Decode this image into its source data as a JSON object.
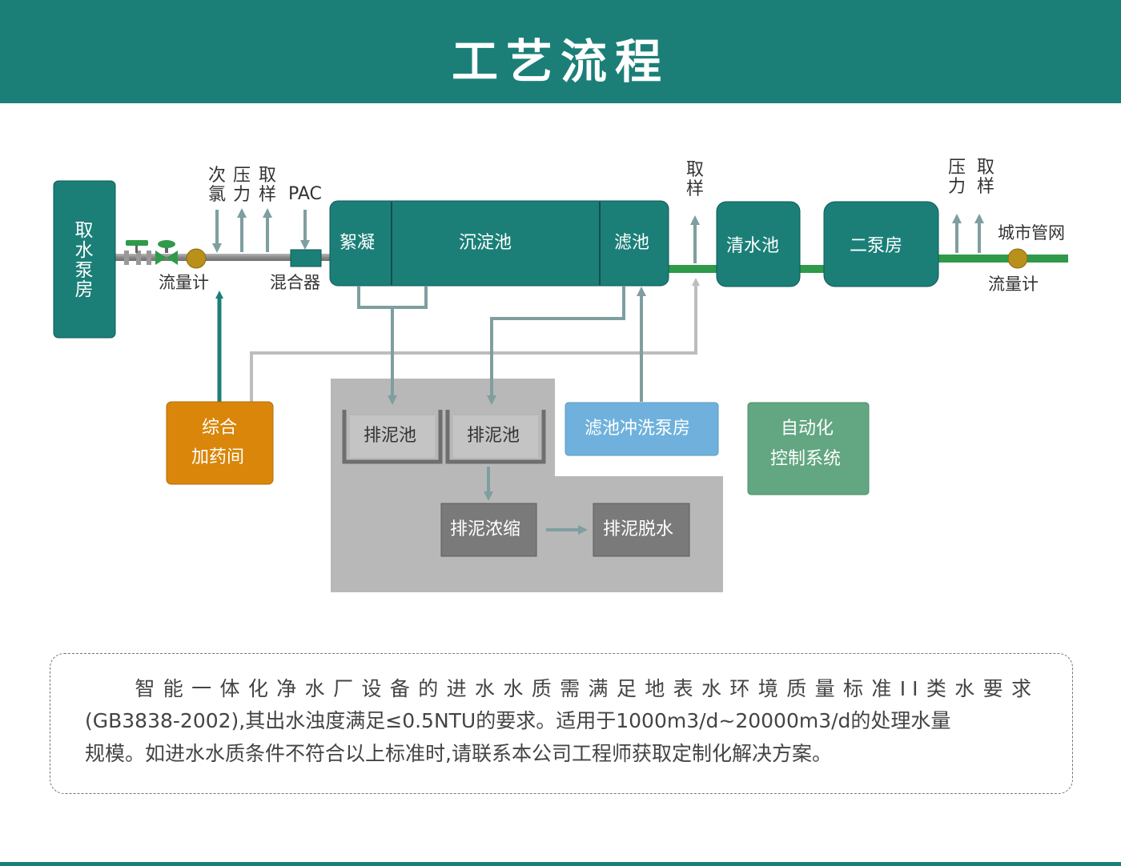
{
  "title": "工艺流程",
  "nodes": {
    "intake": "取水泵房",
    "flocculation": "絮凝",
    "sedimentation": "沉淀池",
    "filter": "滤池",
    "clear_water": "清水池",
    "second_pump": "二泵房",
    "mixer": "混合器",
    "flowmeter_1": "流量计",
    "flowmeter_2": "流量计",
    "city_network": "城市管网",
    "dosing_line1": "综合",
    "dosing_line2": "加药间",
    "sludge_tank_1": "排泥池",
    "sludge_tank_2": "排泥池",
    "sludge_thicken": "排泥浓缩",
    "sludge_dewater": "排泥脱水",
    "backwash_pump": "滤池冲洗泵房",
    "automation_line1": "自动化",
    "automation_line2": "控制系统"
  },
  "dosing_points": {
    "hypochlorite": "次氯",
    "pressure_1": "压力",
    "sampling_1": "取样",
    "pac": "PAC",
    "sampling_2": "取样",
    "pressure_2": "压力",
    "sampling_3": "取样"
  },
  "note": {
    "line1": "智能一体化净水厂设备的进水水质需满足地表水环境质量标准II类水要求",
    "line2": "(GB3838-2002),其出水浊度满足≤0.5NTU的要求。适用于1000m3/d~20000m3/d的处理水量",
    "line3": "规模。如进水水质条件不符合以上标准时,请联系本公司工程师获取定制化解决方案。"
  },
  "colors": {
    "header": "#1b7f78",
    "process_box": "#1b7f78",
    "dosing_box": "#d9860a",
    "backwash_box": "#6fb1dc",
    "automation_box": "#63a682",
    "sludge_area": "#b8b8b8",
    "sludge_box": "#7a7a7a",
    "clean_pipe": "#2e9a4a",
    "raw_pipe": "#8c8c8c",
    "arrow_gray": "#7f9ea0"
  }
}
